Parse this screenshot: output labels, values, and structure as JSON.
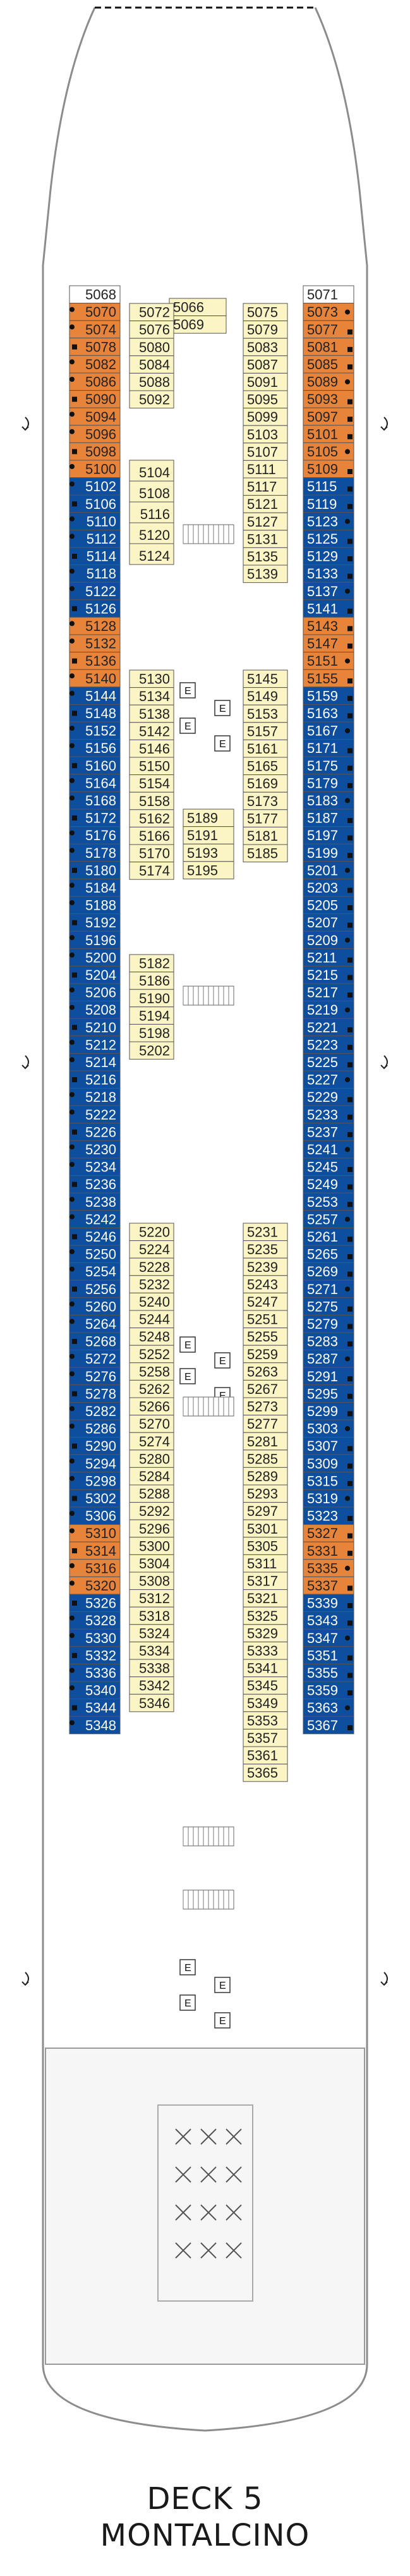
{
  "deck": {
    "title": "DECK 5",
    "name": "MONTALCINO"
  },
  "colors": {
    "outer": "#0d4f9e",
    "suite": "#e8843a",
    "inner": "#fbf4c4",
    "hull": "#8c8c8c",
    "ink": "#333333"
  },
  "legend_icons": [
    "elevator-icon",
    "accessible-cabin-icon",
    "connecting-cabin-icon",
    "extra-berth-icon",
    "muster-arrow-icon"
  ],
  "cabins": {
    "left_outer": [
      {
        "n": "5068",
        "t": "w"
      },
      {
        "n": "5070",
        "t": "o"
      },
      {
        "n": "5074",
        "t": "o"
      },
      {
        "n": "5078",
        "t": "o"
      },
      {
        "n": "5082",
        "t": "o"
      },
      {
        "n": "5086",
        "t": "o"
      },
      {
        "n": "5090",
        "t": "o"
      },
      {
        "n": "5094",
        "t": "o"
      },
      {
        "n": "5096",
        "t": "o"
      },
      {
        "n": "5098",
        "t": "o"
      },
      {
        "n": "5100",
        "t": "o"
      },
      {
        "n": "5102",
        "t": "b"
      },
      {
        "n": "5106",
        "t": "b"
      },
      {
        "n": "5110",
        "t": "b"
      },
      {
        "n": "5112",
        "t": "b"
      },
      {
        "n": "5114",
        "t": "b"
      },
      {
        "n": "5118",
        "t": "b"
      },
      {
        "n": "5122",
        "t": "b"
      },
      {
        "n": "5126",
        "t": "b"
      },
      {
        "n": "5128",
        "t": "o"
      },
      {
        "n": "5132",
        "t": "o"
      },
      {
        "n": "5136",
        "t": "o"
      },
      {
        "n": "5140",
        "t": "o"
      },
      {
        "n": "5144",
        "t": "b"
      },
      {
        "n": "5148",
        "t": "b"
      },
      {
        "n": "5152",
        "t": "b"
      },
      {
        "n": "5156",
        "t": "b"
      },
      {
        "n": "5160",
        "t": "b"
      },
      {
        "n": "5164",
        "t": "b"
      },
      {
        "n": "5168",
        "t": "b"
      },
      {
        "n": "5172",
        "t": "b"
      },
      {
        "n": "5176",
        "t": "b"
      },
      {
        "n": "5178",
        "t": "b"
      },
      {
        "n": "5180",
        "t": "b"
      },
      {
        "n": "5184",
        "t": "b"
      },
      {
        "n": "5188",
        "t": "b"
      },
      {
        "n": "5192",
        "t": "b"
      },
      {
        "n": "5196",
        "t": "b"
      },
      {
        "n": "5200",
        "t": "b"
      },
      {
        "n": "5204",
        "t": "b"
      },
      {
        "n": "5206",
        "t": "b"
      },
      {
        "n": "5208",
        "t": "b"
      },
      {
        "n": "5210",
        "t": "b"
      },
      {
        "n": "5212",
        "t": "b"
      },
      {
        "n": "5214",
        "t": "b"
      },
      {
        "n": "5216",
        "t": "b"
      },
      {
        "n": "5218",
        "t": "b"
      },
      {
        "n": "5222",
        "t": "b"
      },
      {
        "n": "5226",
        "t": "b"
      },
      {
        "n": "5230",
        "t": "b"
      },
      {
        "n": "5234",
        "t": "b"
      },
      {
        "n": "5236",
        "t": "b"
      },
      {
        "n": "5238",
        "t": "b"
      },
      {
        "n": "5242",
        "t": "b"
      },
      {
        "n": "5246",
        "t": "b"
      },
      {
        "n": "5250",
        "t": "b"
      },
      {
        "n": "5254",
        "t": "b"
      },
      {
        "n": "5256",
        "t": "b"
      },
      {
        "n": "5260",
        "t": "b"
      },
      {
        "n": "5264",
        "t": "b"
      },
      {
        "n": "5268",
        "t": "b"
      },
      {
        "n": "5272",
        "t": "b"
      },
      {
        "n": "5276",
        "t": "b"
      },
      {
        "n": "5278",
        "t": "b"
      },
      {
        "n": "5282",
        "t": "b"
      },
      {
        "n": "5286",
        "t": "b"
      },
      {
        "n": "5290",
        "t": "b"
      },
      {
        "n": "5294",
        "t": "b"
      },
      {
        "n": "5298",
        "t": "b"
      },
      {
        "n": "5302",
        "t": "b"
      },
      {
        "n": "5306",
        "t": "b"
      },
      {
        "n": "5310",
        "t": "o"
      },
      {
        "n": "5314",
        "t": "o"
      },
      {
        "n": "5316",
        "t": "o"
      },
      {
        "n": "5320",
        "t": "o"
      },
      {
        "n": "5326",
        "t": "b"
      },
      {
        "n": "5328",
        "t": "b"
      },
      {
        "n": "5330",
        "t": "b"
      },
      {
        "n": "5332",
        "t": "b"
      },
      {
        "n": "5336",
        "t": "b"
      },
      {
        "n": "5340",
        "t": "b"
      },
      {
        "n": "5344",
        "t": "b"
      },
      {
        "n": "5348",
        "t": "b"
      }
    ],
    "right_outer": [
      {
        "n": "5071",
        "t": "w"
      },
      {
        "n": "5073",
        "t": "o"
      },
      {
        "n": "5077",
        "t": "o"
      },
      {
        "n": "5081",
        "t": "o"
      },
      {
        "n": "5085",
        "t": "o"
      },
      {
        "n": "5089",
        "t": "o"
      },
      {
        "n": "5093",
        "t": "o"
      },
      {
        "n": "5097",
        "t": "o"
      },
      {
        "n": "5101",
        "t": "o"
      },
      {
        "n": "5105",
        "t": "o"
      },
      {
        "n": "5109",
        "t": "o"
      },
      {
        "n": "5115",
        "t": "b"
      },
      {
        "n": "5119",
        "t": "b"
      },
      {
        "n": "5123",
        "t": "b"
      },
      {
        "n": "5125",
        "t": "b"
      },
      {
        "n": "5129",
        "t": "b"
      },
      {
        "n": "5133",
        "t": "b"
      },
      {
        "n": "5137",
        "t": "b"
      },
      {
        "n": "5141",
        "t": "b"
      },
      {
        "n": "5143",
        "t": "o"
      },
      {
        "n": "5147",
        "t": "o"
      },
      {
        "n": "5151",
        "t": "o"
      },
      {
        "n": "5155",
        "t": "o"
      },
      {
        "n": "5159",
        "t": "b"
      },
      {
        "n": "5163",
        "t": "b"
      },
      {
        "n": "5167",
        "t": "b"
      },
      {
        "n": "5171",
        "t": "b"
      },
      {
        "n": "5175",
        "t": "b"
      },
      {
        "n": "5179",
        "t": "b"
      },
      {
        "n": "5183",
        "t": "b"
      },
      {
        "n": "5187",
        "t": "b"
      },
      {
        "n": "5197",
        "t": "b"
      },
      {
        "n": "5199",
        "t": "b"
      },
      {
        "n": "5201",
        "t": "b"
      },
      {
        "n": "5203",
        "t": "b"
      },
      {
        "n": "5205",
        "t": "b"
      },
      {
        "n": "5207",
        "t": "b"
      },
      {
        "n": "5209",
        "t": "b"
      },
      {
        "n": "5211",
        "t": "b"
      },
      {
        "n": "5215",
        "t": "b"
      },
      {
        "n": "5217",
        "t": "b"
      },
      {
        "n": "5219",
        "t": "b"
      },
      {
        "n": "5221",
        "t": "b"
      },
      {
        "n": "5223",
        "t": "b"
      },
      {
        "n": "5225",
        "t": "b"
      },
      {
        "n": "5227",
        "t": "b"
      },
      {
        "n": "5229",
        "t": "b"
      },
      {
        "n": "5233",
        "t": "b"
      },
      {
        "n": "5237",
        "t": "b"
      },
      {
        "n": "5241",
        "t": "b"
      },
      {
        "n": "5245",
        "t": "b"
      },
      {
        "n": "5249",
        "t": "b"
      },
      {
        "n": "5253",
        "t": "b"
      },
      {
        "n": "5257",
        "t": "b"
      },
      {
        "n": "5261",
        "t": "b"
      },
      {
        "n": "5265",
        "t": "b"
      },
      {
        "n": "5269",
        "t": "b"
      },
      {
        "n": "5271",
        "t": "b"
      },
      {
        "n": "5275",
        "t": "b"
      },
      {
        "n": "5279",
        "t": "b"
      },
      {
        "n": "5283",
        "t": "b"
      },
      {
        "n": "5287",
        "t": "b"
      },
      {
        "n": "5291",
        "t": "b"
      },
      {
        "n": "5295",
        "t": "b"
      },
      {
        "n": "5299",
        "t": "b"
      },
      {
        "n": "5303",
        "t": "b"
      },
      {
        "n": "5307",
        "t": "b"
      },
      {
        "n": "5309",
        "t": "b"
      },
      {
        "n": "5315",
        "t": "b"
      },
      {
        "n": "5319",
        "t": "b"
      },
      {
        "n": "5323",
        "t": "b"
      },
      {
        "n": "5327",
        "t": "o"
      },
      {
        "n": "5331",
        "t": "o"
      },
      {
        "n": "5335",
        "t": "o"
      },
      {
        "n": "5337",
        "t": "o"
      },
      {
        "n": "5339",
        "t": "b"
      },
      {
        "n": "5343",
        "t": "b"
      },
      {
        "n": "5347",
        "t": "b"
      },
      {
        "n": "5351",
        "t": "b"
      },
      {
        "n": "5355",
        "t": "b"
      },
      {
        "n": "5359",
        "t": "b"
      },
      {
        "n": "5363",
        "t": "b"
      },
      {
        "n": "5367",
        "t": "b"
      }
    ],
    "inner_top": [
      "5066",
      "5069"
    ],
    "inner_left_a": [
      "5072",
      "5076",
      "5080",
      "5084",
      "5088",
      "5092"
    ],
    "inner_right_a": [
      "5075",
      "5079",
      "5083",
      "5087",
      "5091",
      "5095",
      "5099",
      "5103",
      "5107",
      "5111",
      "5117",
      "5121",
      "5127",
      "5131",
      "5135",
      "5139"
    ],
    "inner_left_b": [
      "5104",
      "5108",
      "5116",
      "5120",
      "5124"
    ],
    "inner_left_c": [
      "5130",
      "5134",
      "5138",
      "5142",
      "5146",
      "5150",
      "5154",
      "5158",
      "5162",
      "5166",
      "5170",
      "5174"
    ],
    "inner_right_c": [
      "5145",
      "5149",
      "5153",
      "5157",
      "5161",
      "5165",
      "5169",
      "5173",
      "5177",
      "5181",
      "5185"
    ],
    "inner_mid_c": [
      "5189",
      "5191",
      "5193",
      "5195"
    ],
    "inner_left_d": [
      "5182",
      "5186",
      "5190",
      "5194",
      "5198",
      "5202"
    ],
    "inner_left_e": [
      "5220",
      "5224",
      "5228",
      "5232",
      "5240",
      "5244",
      "5248",
      "5252",
      "5258",
      "5262",
      "5266",
      "5270",
      "5274",
      "5280",
      "5284",
      "5288",
      "5292",
      "5296",
      "5300",
      "5304",
      "5308",
      "5312",
      "5318",
      "5324",
      "5334",
      "5338",
      "5342",
      "5346"
    ],
    "inner_right_e": [
      "5231",
      "5235",
      "5239",
      "5243",
      "5247",
      "5251",
      "5255",
      "5259",
      "5263",
      "5267",
      "5273",
      "5277",
      "5281",
      "5285",
      "5289",
      "5293",
      "5297",
      "5301",
      "5305",
      "5311",
      "5317",
      "5321",
      "5325",
      "5329",
      "5333",
      "5341",
      "5345",
      "5349",
      "5353",
      "5357",
      "5361",
      "5365"
    ]
  }
}
